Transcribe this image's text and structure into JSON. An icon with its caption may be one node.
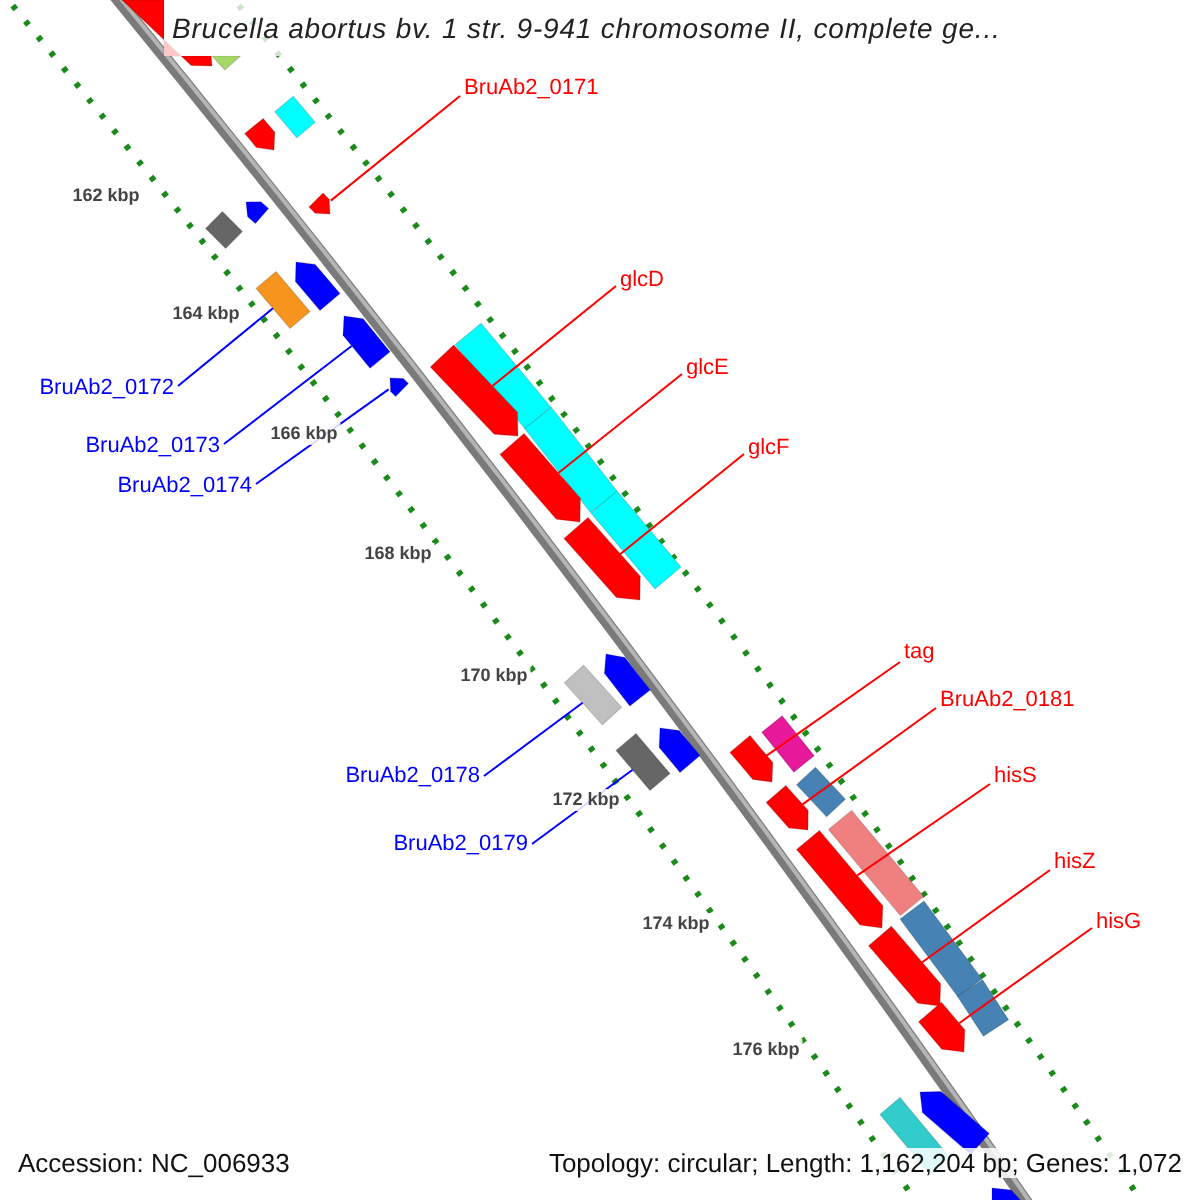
{
  "diagram": {
    "title": "Brucella abortus bv. 1 str. 9-941 chromosome II, complete ge...",
    "nodes": [
      {
        "text": [
          "BruAb2_0171"
        ]
      },
      {
        "text": [
          "glcD"
        ]
      },
      {
        "text": [
          "glcE"
        ]
      },
      {
        "text": [
          "glcF"
        ]
      },
      {
        "text": [
          "BruAb2_0172"
        ]
      },
      {
        "text": [
          "BruAb2_0173"
        ]
      },
      {
        "text": [
          "BruAb2_0174"
        ]
      },
      {
        "text": [
          "BruAb2_0178"
        ]
      },
      {
        "text": [
          "BruAb2_0179"
        ]
      },
      {
        "text": [
          "tag"
        ]
      },
      {
        "text": [
          "BruAb2_0181"
        ]
      },
      {
        "text": [
          "hisS"
        ]
      },
      {
        "text": [
          "hisZ"
        ]
      },
      {
        "text": [
          "hisG"
        ]
      },
      {
        "text": [],
        "shape": "bar"
      },
      {
        "text": [],
        "shape": "bar"
      },
      {
        "text": [],
        "shape": "bar"
      },
      {
        "text": [],
        "shape": "bar"
      },
      {
        "text": [],
        "shape": "bar"
      },
      {
        "text": [],
        "shape": "bar"
      },
      {
        "text": [],
        "shape": "bar"
      },
      {
        "text": [],
        "shape": "bar"
      },
      {
        "text": [],
        "shape": "bar"
      },
      {
        "text": [],
        "shape": "bar"
      },
      {
        "text": [],
        "shape": "bar"
      },
      {
        "text": [],
        "shape": "bar"
      },
      {
        "text": [],
        "shape": "bar"
      },
      {
        "text": [],
        "shape": "bar"
      },
      {
        "text": [],
        "shape": "bar"
      },
      {
        "text": [],
        "shape": "bar"
      },
      {
        "text": [],
        "shape": "bar"
      },
      {
        "text": [],
        "shape": "bar"
      },
      {
        "text": [],
        "shape": "bar"
      },
      {
        "text": [],
        "shape": "bar"
      },
      {
        "text": [],
        "shape": "bar"
      },
      {
        "text": [],
        "shape": "bar"
      },
      {
        "text": [],
        "shape": "bar"
      },
      {
        "text": [],
        "shape": "bar"
      },
      {
        "text": [],
        "shape": "bar"
      },
      {
        "text": [],
        "shape": "bar"
      },
      {
        "text": [],
        "shape": "bar"
      },
      {
        "text": [],
        "shape": "bar"
      },
      {
        "text": [],
        "shape": "bar"
      },
      {
        "text": [],
        "shape": "bar"
      },
      {
        "text": [],
        "shape": "bar"
      },
      {
        "text": [],
        "shape": "bar"
      },
      {
        "text": [],
        "shape": "bar"
      },
      {
        "text": [],
        "shape": "bar"
      }
    ],
    "edges": [
      {
        "from": 0,
        "to": 18,
        "arrow": "none"
      },
      {
        "from": 1,
        "to": 25,
        "arrow": "none"
      },
      {
        "from": 2,
        "to": 28,
        "arrow": "none"
      },
      {
        "from": 3,
        "to": 30,
        "arrow": "none"
      },
      {
        "from": 4,
        "to": 22,
        "arrow": "none",
        "color": "#0000ff"
      },
      {
        "from": 5,
        "to": 23,
        "arrow": "none",
        "color": "#0000ff"
      },
      {
        "from": 6,
        "to": 26,
        "arrow": "none",
        "color": "#0000ff"
      },
      {
        "from": 7,
        "to": 32,
        "arrow": "none",
        "color": "#0000ff"
      },
      {
        "from": 8,
        "to": 35,
        "arrow": "none",
        "color": "#0000ff"
      },
      {
        "from": 9,
        "to": 36,
        "arrow": "none"
      },
      {
        "from": 10,
        "to": 38,
        "arrow": "none"
      },
      {
        "from": 11,
        "to": 40,
        "arrow": "none"
      },
      {
        "from": 12,
        "to": 42,
        "arrow": "none"
      },
      {
        "from": 13,
        "to": 44,
        "arrow": "none"
      }
    ],
    "labels": [
      "162 kbp",
      "164 kbp",
      "166 kbp",
      "168 kbp",
      "170 kbp",
      "172 kbp",
      "174 kbp",
      "176 kbp",
      "Accession: NC_006933",
      "Topology: circular; Length: 1,162,204 bp; Genes: 1,072"
    ]
  }
}
